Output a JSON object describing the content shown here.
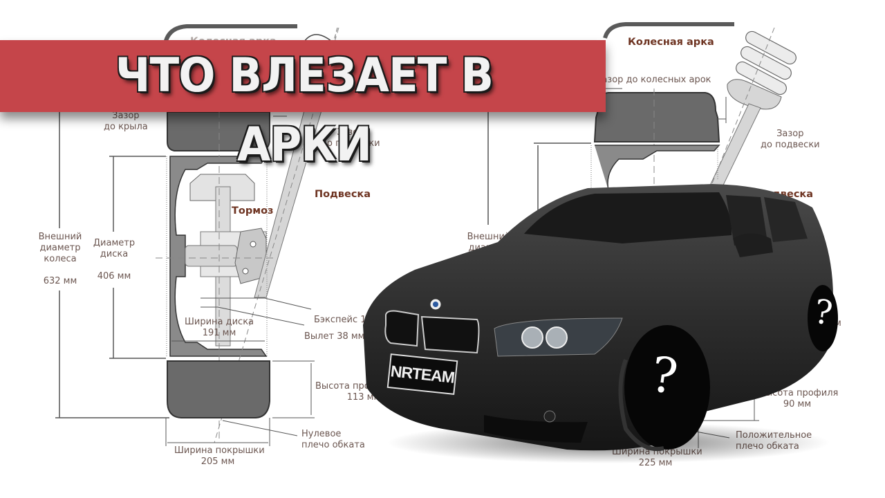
{
  "banner": {
    "title": "ЧТО ВЛЕЗАЕТ В АРКИ",
    "color": "#c5454a"
  },
  "left_diagram": {
    "labels": {
      "arch": "Колесная арка",
      "fender_gap_1": "Зазор",
      "fender_gap_2": "до крыла",
      "susp_gap_1": "Зазор",
      "susp_gap_2": "до подвески",
      "suspension": "Подвеска",
      "brake": "Тормоз",
      "outer_diam_1": "Внешний",
      "outer_diam_2": "диаметр",
      "outer_diam_3": "колеса",
      "outer_diam_value": "632 мм",
      "rim_diam_1": "Диаметр",
      "rim_diam_2": "диска",
      "rim_diam_value": "406 мм",
      "backspace": "Бэкспейс 133",
      "offset": "Вылет 38 мм",
      "rim_width_1": "Ширина диска",
      "rim_width_value": "191 мм",
      "profile_1": "Высота профиля",
      "profile_value": "113 мм",
      "scrub_1": "Нулевое",
      "scrub_2": "плечо обката",
      "tire_width_1": "Ширина покрышки",
      "tire_width_value": "205 мм"
    }
  },
  "right_diagram": {
    "labels": {
      "arch": "Колесная арка",
      "arch_gap": "Зазор до колесных арок",
      "susp_gap_1": "Зазор",
      "susp_gap_2": "до подвески",
      "suspension": "Подвеска",
      "outer_diam_1": "Внешний",
      "outer_diam_2": "диаметр",
      "profile_1": "Высота профиля",
      "profile_value": "90 мм",
      "scrub_1": "Положительное",
      "scrub_2": "плечо обката",
      "tire_width_1": "Ширина покрышки",
      "tire_width_value": "225 мм",
      "partial_mm": "м"
    }
  },
  "car": {
    "plate": "NRTEAM",
    "wheel_marks": [
      "?",
      "?"
    ]
  }
}
